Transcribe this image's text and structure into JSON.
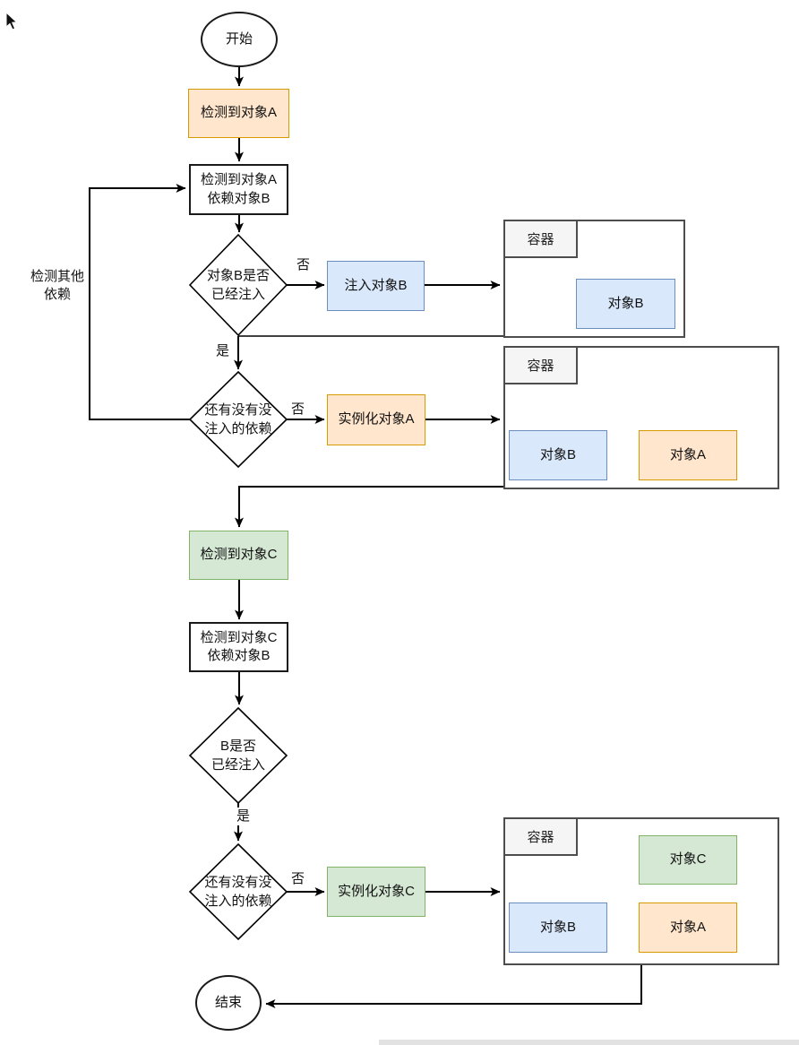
{
  "diagram_title": "dependency-injection-flowchart",
  "nodes": {
    "start": "开始",
    "detect_a": "检测到对象A",
    "detect_a_dep": "检测到对象A\n依赖对象B",
    "decision_b_injected": "对象B是否\n已经注入",
    "inject_b": "注入对象B",
    "decision_remaining_a": "还有没有没\n注入的依赖",
    "instantiate_a": "实例化对象A",
    "detect_c": "检测到对象C",
    "detect_c_dep": "检测到对象C\n依赖对象B",
    "decision_b_injected_2": "B是否\n已经注入",
    "decision_remaining_c": "还有没有没\n注入的依赖",
    "instantiate_c": "实例化对象C",
    "end": "结束"
  },
  "edge_labels": {
    "no_1": "否",
    "yes_1": "是",
    "no_2": "否",
    "loop_back": "检测其他\n依赖",
    "yes_2": "是",
    "no_3": "否"
  },
  "containers": [
    {
      "title": "容器",
      "objects": [
        {
          "label": "对象B",
          "style": "blue"
        }
      ]
    },
    {
      "title": "容器",
      "objects": [
        {
          "label": "对象B",
          "style": "blue"
        },
        {
          "label": "对象A",
          "style": "orange"
        }
      ]
    },
    {
      "title": "容器",
      "objects": [
        {
          "label": "对象C",
          "style": "green"
        },
        {
          "label": "对象B",
          "style": "blue"
        },
        {
          "label": "对象A",
          "style": "orange"
        }
      ]
    }
  ],
  "colors": {
    "orange_fill": "#ffe6cc",
    "orange_stroke": "#d79b00",
    "blue_fill": "#dae8fc",
    "blue_stroke": "#6c8ebf",
    "green_fill": "#d5e8d4",
    "green_stroke": "#82b366",
    "container_stroke": "#4d4d4d",
    "tab_fill": "#f5f5f5",
    "line": "#000000",
    "scrollbar": "#e2e2e2"
  }
}
